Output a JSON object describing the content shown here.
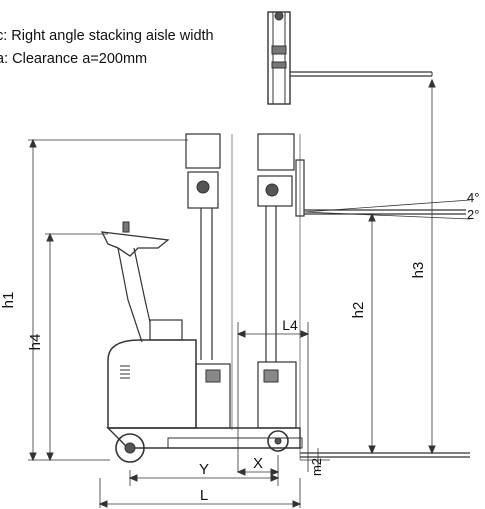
{
  "legend": {
    "line1": "c:  Right angle stacking aisle width",
    "line2": "a: Clearance   a=200mm"
  },
  "dimensions": {
    "h1": "h1",
    "h2": "h2",
    "h3": "h3",
    "h4": "h4",
    "l4": "L4",
    "y": "Y",
    "x": "X",
    "l": "L",
    "m2": "m2"
  },
  "angles": {
    "tilt_up": "4°",
    "tilt_down": "2°"
  }
}
